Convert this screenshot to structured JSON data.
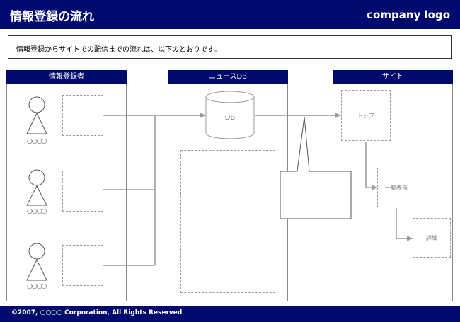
{
  "header": {
    "title": "情報登録の流れ",
    "logo": "company logo"
  },
  "description": "情報登録からサイトでの配信までの流れは、以下のとおりです。",
  "columns": {
    "registrant": "情報登録者",
    "newsdb": "ニュースDB",
    "site": "サイト"
  },
  "persons": [
    {
      "label": "○○○○"
    },
    {
      "label": "○○○○"
    },
    {
      "label": "○○○○"
    }
  ],
  "db_label": "DB",
  "site_pages": {
    "top": "トップ",
    "list": "一覧表示",
    "detail": "詳細"
  },
  "footer": "©2007, ○○○○ Corporation, All Rights Reserved",
  "colors": {
    "navy": "#000a6e",
    "line": "#999999"
  }
}
